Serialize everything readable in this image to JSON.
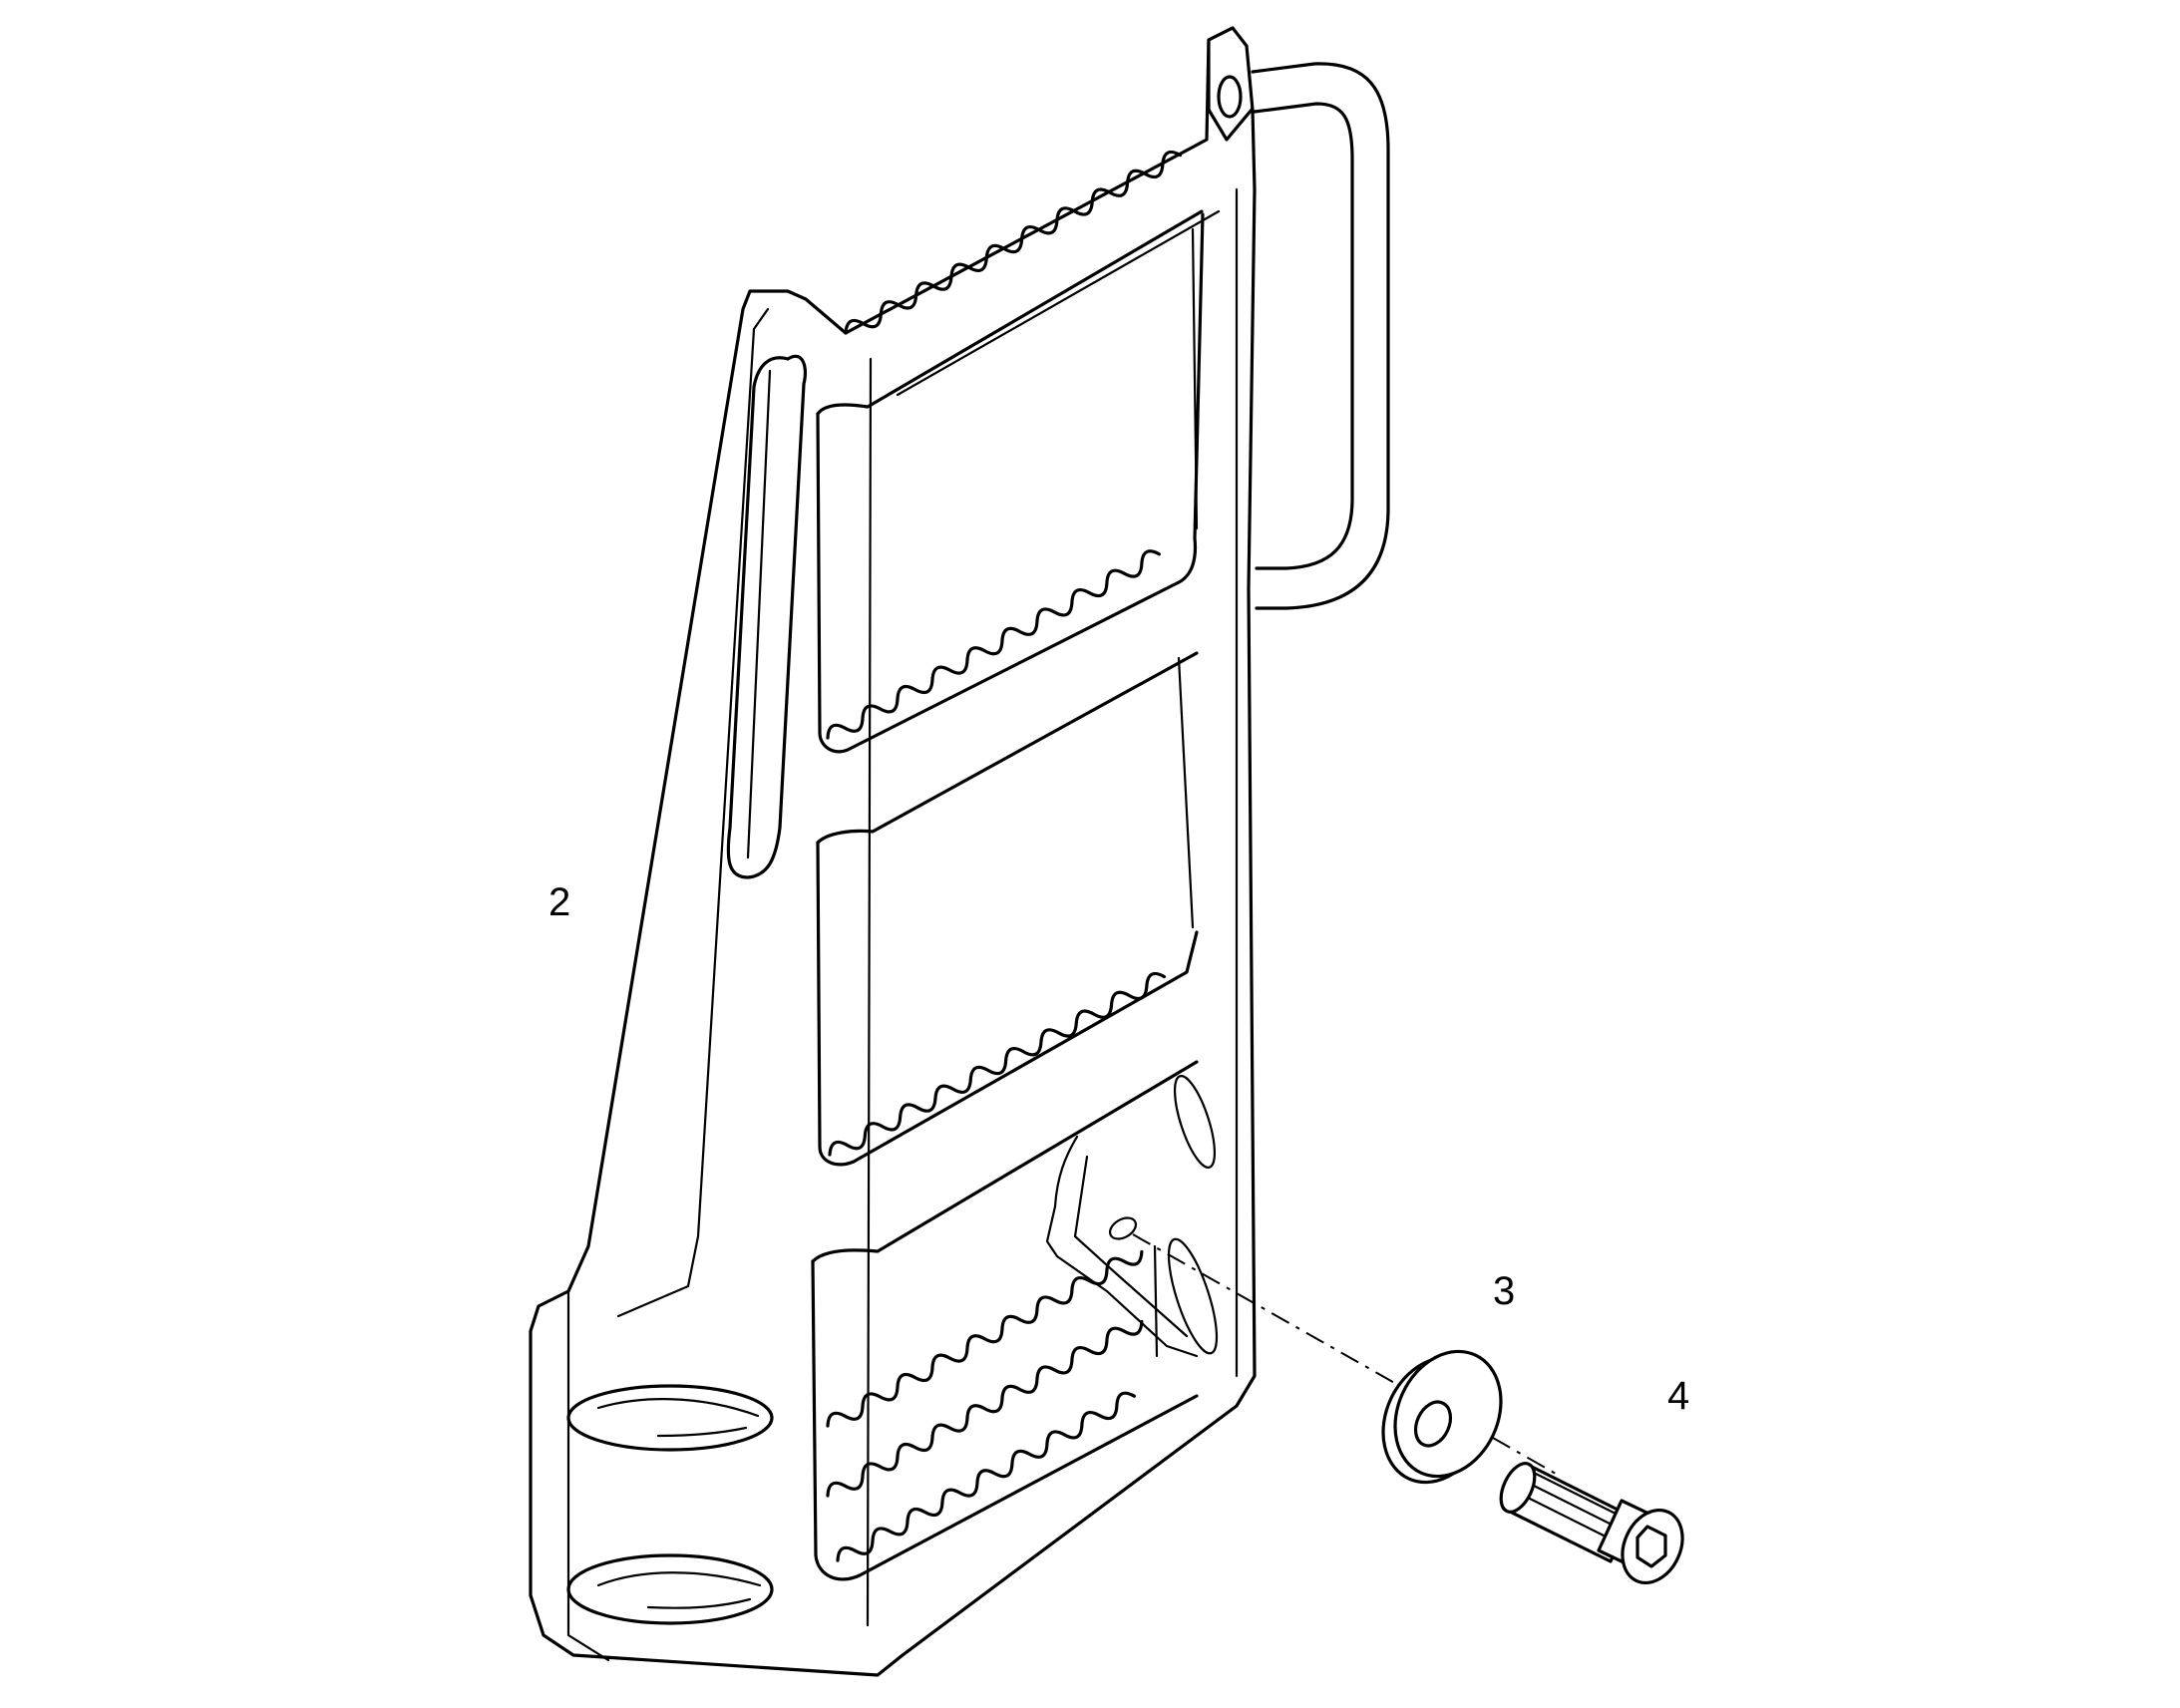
{
  "diagram": {
    "callouts": [
      {
        "id": "2",
        "label": "2"
      },
      {
        "id": "3",
        "label": "3"
      },
      {
        "id": "4",
        "label": "4"
      }
    ],
    "parts": [
      {
        "callout": "2",
        "icon": "step-ladder-bracket"
      },
      {
        "callout": "3",
        "icon": "washer-icon"
      },
      {
        "callout": "4",
        "icon": "socket-head-cap-screw-icon"
      }
    ],
    "colors": {
      "line": "#000000",
      "background": "#ffffff"
    }
  }
}
